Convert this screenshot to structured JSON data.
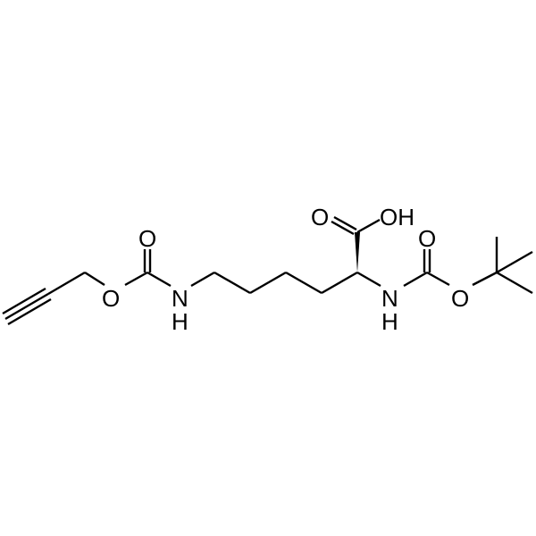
{
  "atoms": {
    "o_carbonyl_left": "O",
    "o_ester_left": "O",
    "n_left": "N",
    "h_left": "H",
    "o_acid_carbonyl": "O",
    "oh_acid": "OH",
    "o_carbonyl_right": "O",
    "n_right": "N",
    "h_right": "H",
    "o_ester_right": "O"
  },
  "colors": {
    "bond": "#000000",
    "label": "#000000",
    "background": "#ffffff"
  }
}
